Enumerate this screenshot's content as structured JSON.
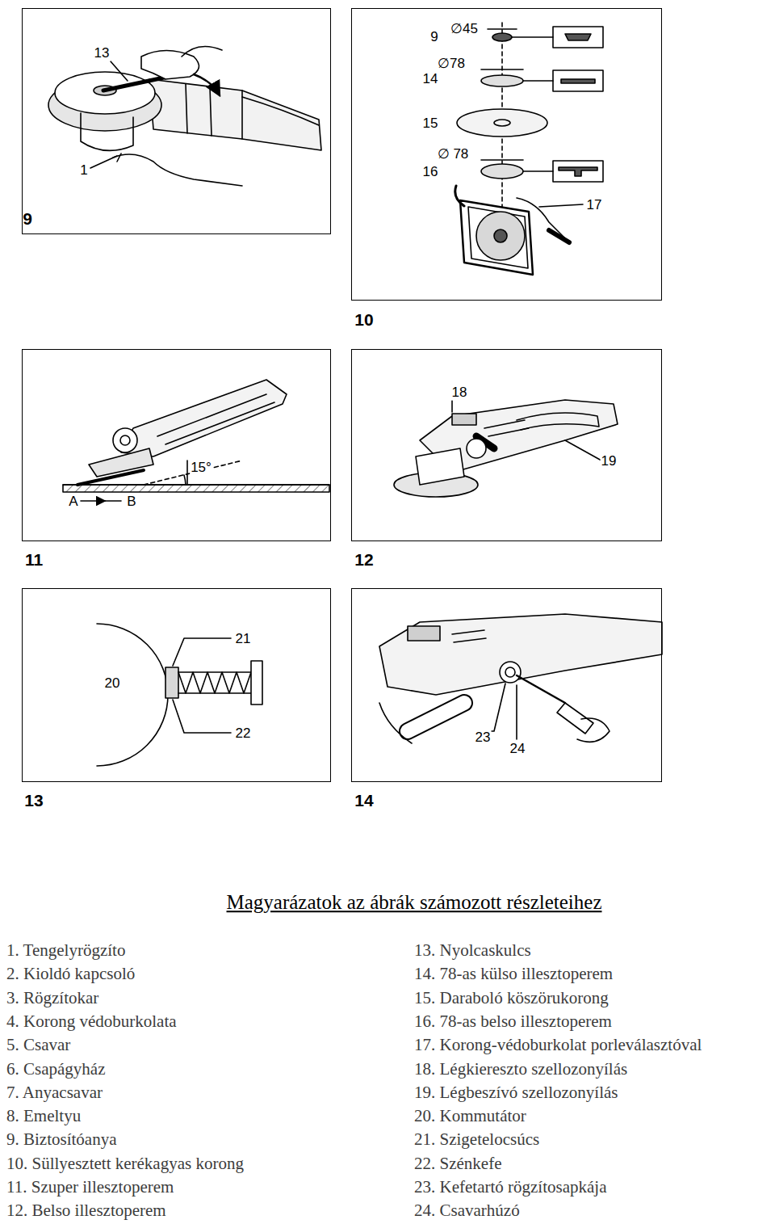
{
  "diagram": {
    "title": "Magyarázatok az ábrák számozott részleteihez",
    "nodes": [
      {
        "text": [
          "13",
          "1",
          "9"
        ]
      },
      {
        "text": [
          "9",
          "∅45",
          "∅78",
          "14",
          "15",
          "∅ 78",
          "16",
          "17",
          "10"
        ]
      },
      {
        "text": [
          "15°",
          "A",
          "B",
          "11"
        ]
      },
      {
        "text": [
          "18",
          "19",
          "12"
        ]
      },
      {
        "text": [
          "21",
          "20",
          "22",
          "13"
        ]
      },
      {
        "text": [
          "23",
          "24",
          "14"
        ]
      }
    ],
    "labels": [
      "1. Tengelyrögzíto",
      "2. Kioldó kapcsoló",
      "3. Rögzítokar",
      "4. Korong védoburkolata",
      "5. Csavar",
      "6. Csapágyház",
      "7. Anyacsavar",
      "8. Emeltyu",
      "9. Biztosítóanya",
      "10. Süllyesztett kerékagyas korong",
      "11. Szuper illesztoperem",
      "12. Belso illesztoperem",
      "13. Nyolcaskulcs",
      "14. 78-as külso illesztoperem",
      "15. Daraboló köszörukorong",
      "16. 78-as belso illesztoperem",
      "17. Korong-védoburkolat porleválasztóval",
      "18. Légkiereszto szellozonyílás",
      "19. Légbeszívó szellozonyílás",
      "20. Kommutátor",
      "21. Szigetelocsúcs",
      "22. Szénkefe",
      "23. Kefetartó rögzítosapkája",
      "24. Csavarhúzó"
    ]
  }
}
